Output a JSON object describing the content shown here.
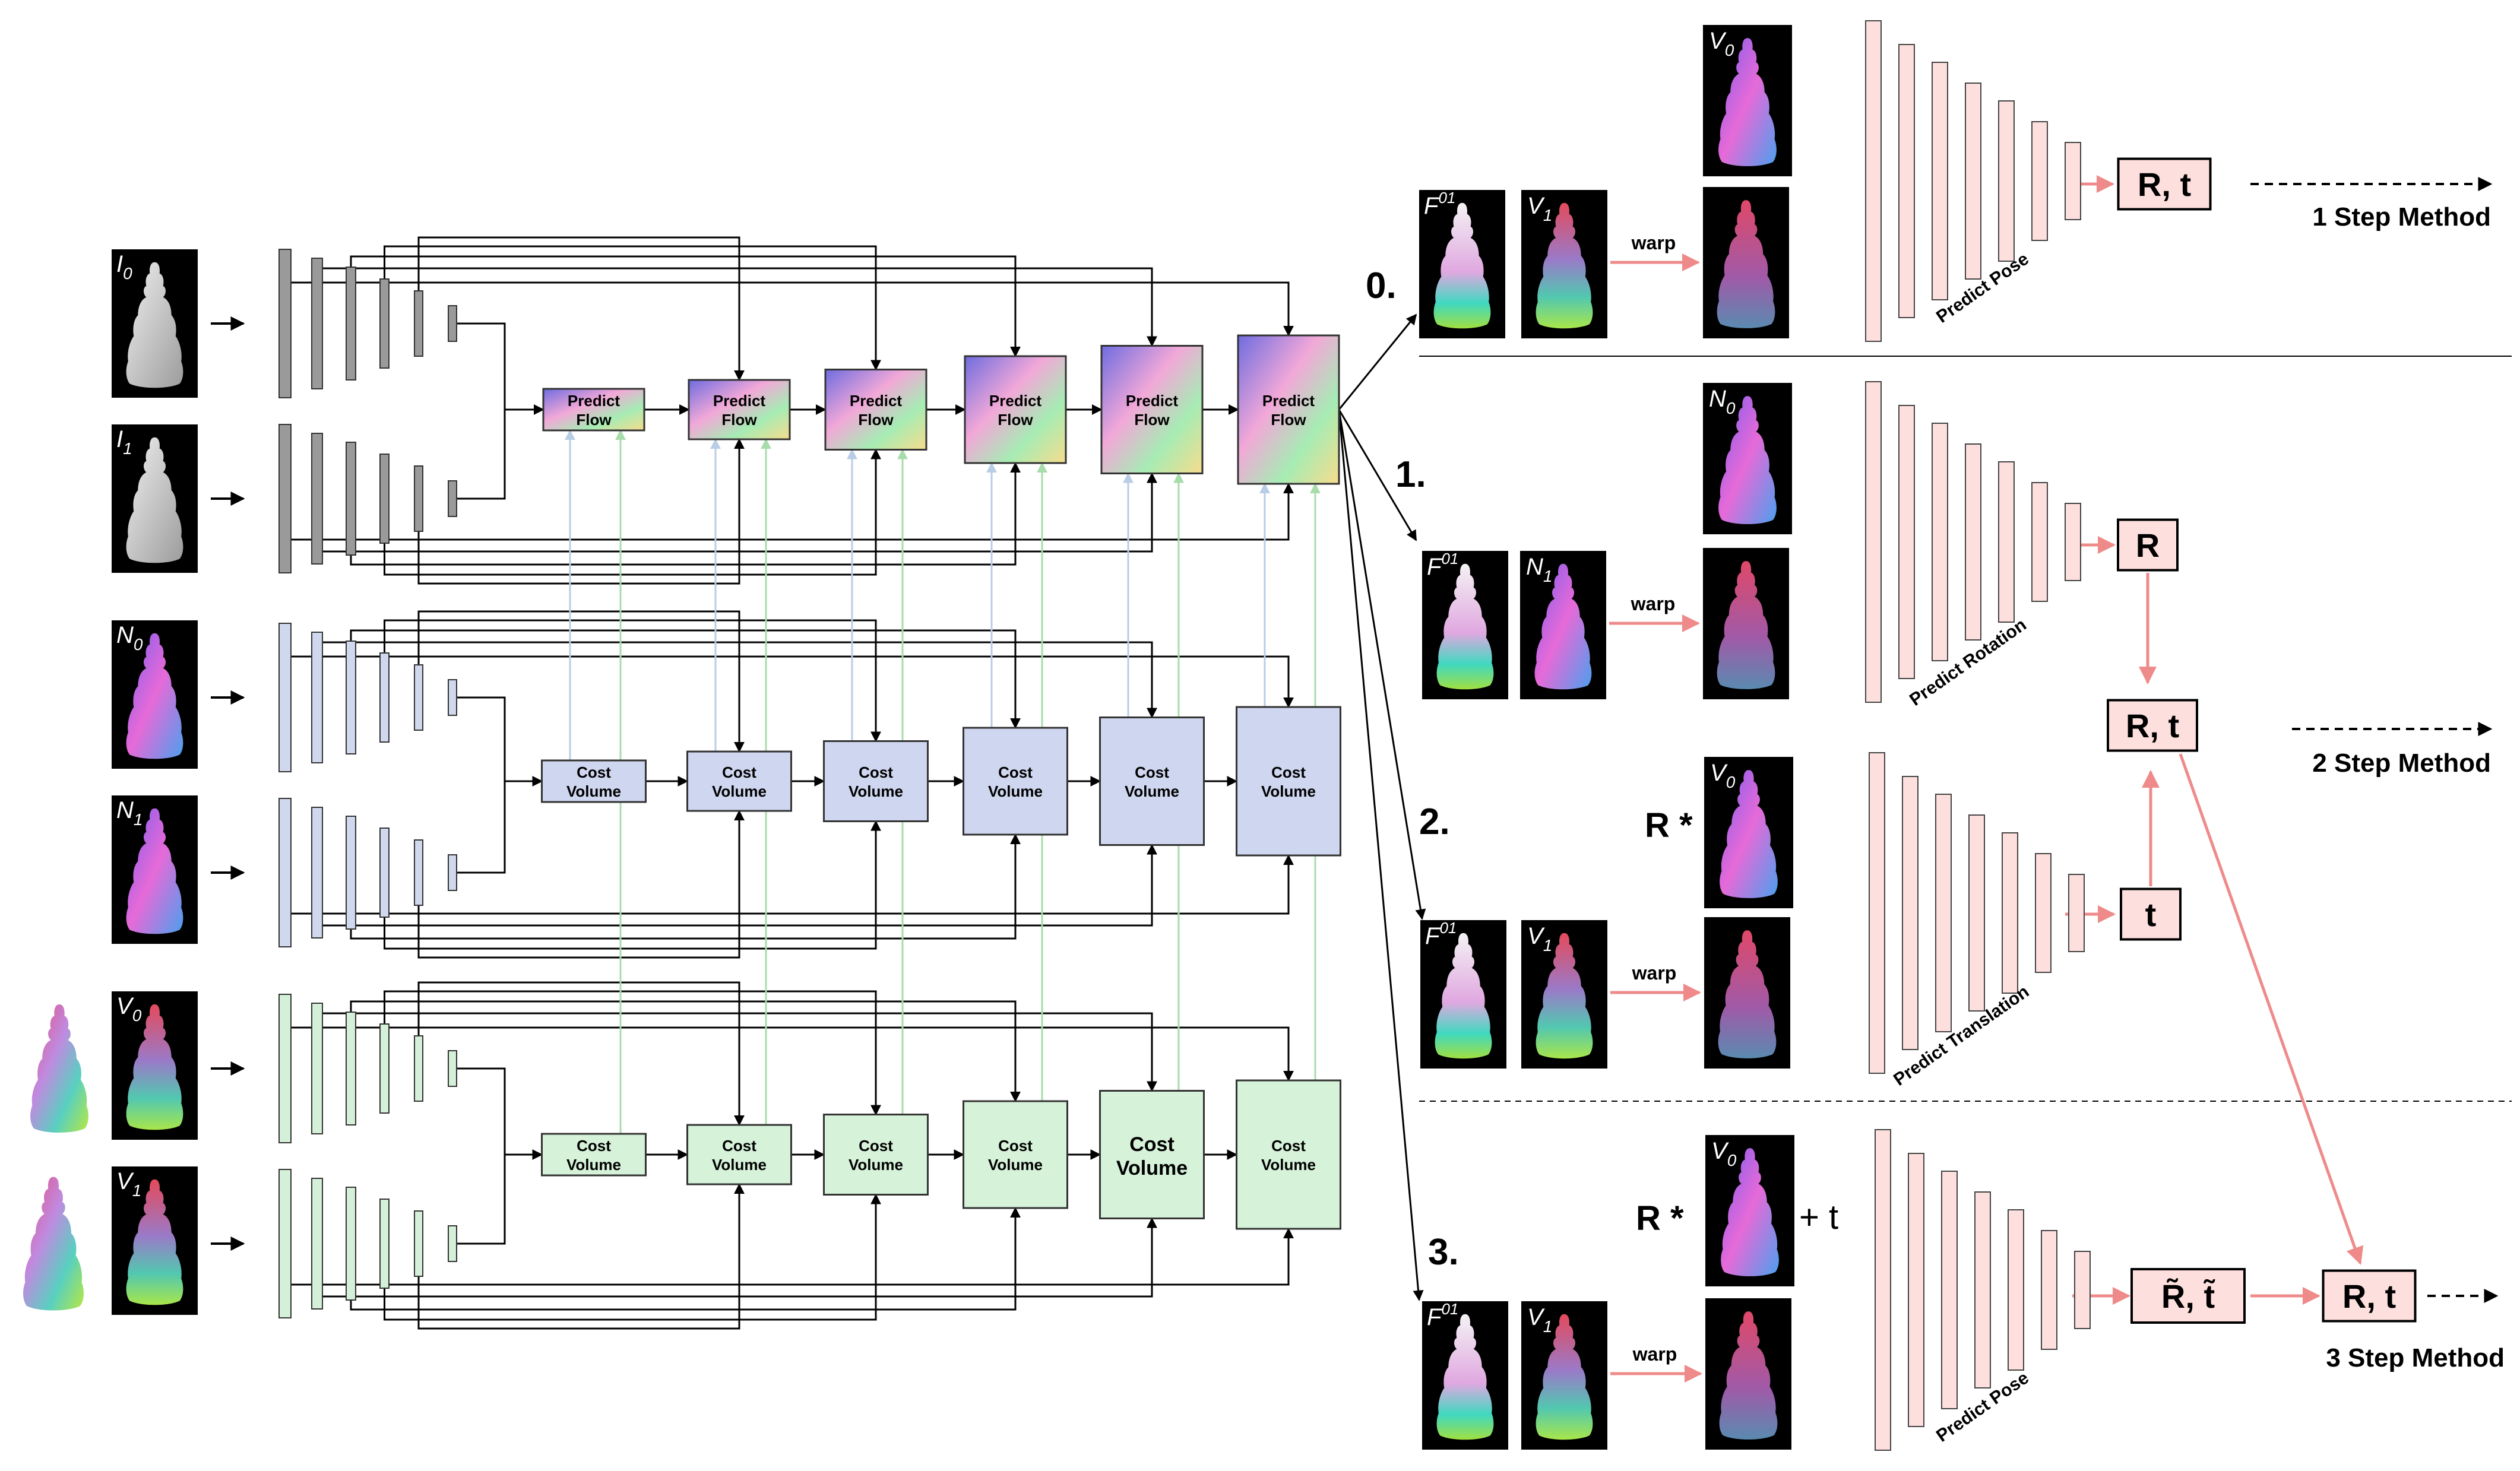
{
  "colors": {
    "gray_bar": "#9a9a9a",
    "blue_bar": "#d0d8ee",
    "green_bar": "#d5f0d8",
    "pink": "#ef8a8a",
    "pink_fill": "#fde0de",
    "line_blue": "#b9cde6",
    "line_green": "#a8dcaa",
    "cost_blue": "#cfd6ef",
    "cost_green": "#d6f2d9"
  },
  "inputs": {
    "I0": "I",
    "I0_sub": "0",
    "I1": "I",
    "I1_sub": "1",
    "N0": "N",
    "N0_sub": "0",
    "N1": "N",
    "N1_sub": "1",
    "V0": "V",
    "V0_sub": "0",
    "V1": "V",
    "V1_sub": "1"
  },
  "labels": {
    "predict_flow_1": "Predict",
    "predict_flow_2": "Flow",
    "cost_1": "Cost",
    "cost_2": "Volume",
    "warp": "warp",
    "F": "F",
    "F_sup": "01",
    "predict_pose": "Predict Pose",
    "predict_rotation": "Predict Rotation",
    "predict_translation": "Predict Translation",
    "R_t": "R, t",
    "R": "R",
    "t": "t",
    "R_tilde_t_tilde": "R̃, t̃",
    "R_star": "R *",
    "plus_t": "+ t"
  },
  "methods": {
    "step0": "0.",
    "step1": "1.",
    "step2": "2.",
    "step3": "3.",
    "m1": "1 Step Method",
    "m2": "2 Step Method",
    "m3": "3 Step Method"
  }
}
